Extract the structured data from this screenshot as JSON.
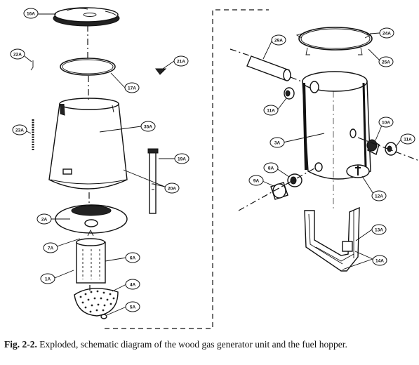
{
  "caption": {
    "figure_number": "Fig. 2-2.",
    "text": "Exploded, schematic diagram of the wood gas generator unit and the fuel hopper."
  },
  "callouts": {
    "c16A": "16A",
    "c22A": "22A",
    "c21A": "21A",
    "c17A": "17A",
    "c23A": "23A",
    "c35A": "35A",
    "c19A": "19A",
    "c20A": "20A",
    "c2A": "2A",
    "c7A": "7A",
    "c6A": "6A",
    "c1A": "1A",
    "c4A": "4A",
    "c5A": "5A",
    "c29A": "29A",
    "c24A": "24A",
    "c25A": "25A",
    "c11A_l": "11A",
    "c10A": "10A",
    "c11A_r": "11A",
    "c3A": "3A",
    "c8A": "8A",
    "c9A": "9A",
    "c12A": "12A",
    "c13A": "13A",
    "c14A": "14A"
  }
}
